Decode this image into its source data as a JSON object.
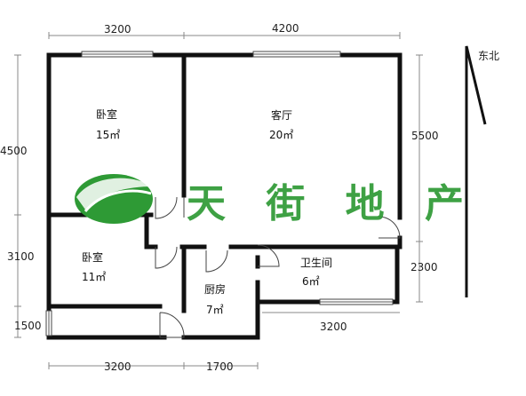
{
  "dimensions": {
    "top_left": "3200",
    "top_right": "4200",
    "left_upper": "4500",
    "left_middle": "3100",
    "left_lower": "1500",
    "right_upper": "5500",
    "right_lower": "2300",
    "inner_bottom": "3200",
    "bottom_left": "3200",
    "bottom_right": "1700"
  },
  "compass": {
    "label": "东北"
  },
  "rooms": {
    "bedroom_large": {
      "name": "卧室",
      "area": "15㎡"
    },
    "living_room": {
      "name": "客厅",
      "area": "20㎡"
    },
    "bedroom_small": {
      "name": "卧室",
      "area": "11㎡"
    },
    "kitchen": {
      "name": "厨房",
      "area": "7㎡"
    },
    "bathroom": {
      "name": "卫生间",
      "area": "6㎡"
    }
  },
  "watermark": {
    "text": "天街地产",
    "color": "#2e9a35"
  }
}
